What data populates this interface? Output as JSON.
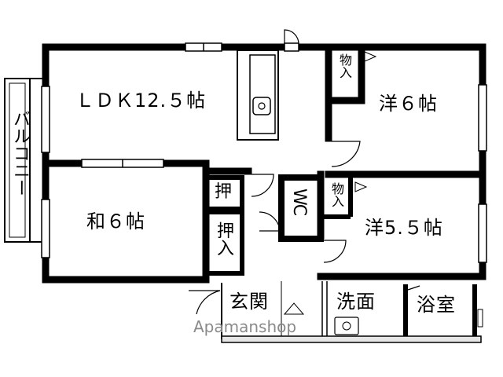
{
  "floor_plan": {
    "rooms": {
      "ldk": "ＬＤＫ12.５帖",
      "western_6": "洋６帖",
      "western_5_5": "洋5.５帖",
      "japanese_6": "和６帖",
      "balcony": "バルコニー",
      "closet_top": "物入",
      "closet_mid": "物入",
      "oshiire_small": "押",
      "oshiire": "押入",
      "wc": "WC",
      "entrance": "玄関",
      "washroom": "洗面",
      "bathroom": "浴室"
    },
    "watermark": "Apamanshop"
  },
  "colors": {
    "wall": "#000000",
    "fixture_gray": "#9a9a9a",
    "watermark": "#8a8a8a"
  }
}
